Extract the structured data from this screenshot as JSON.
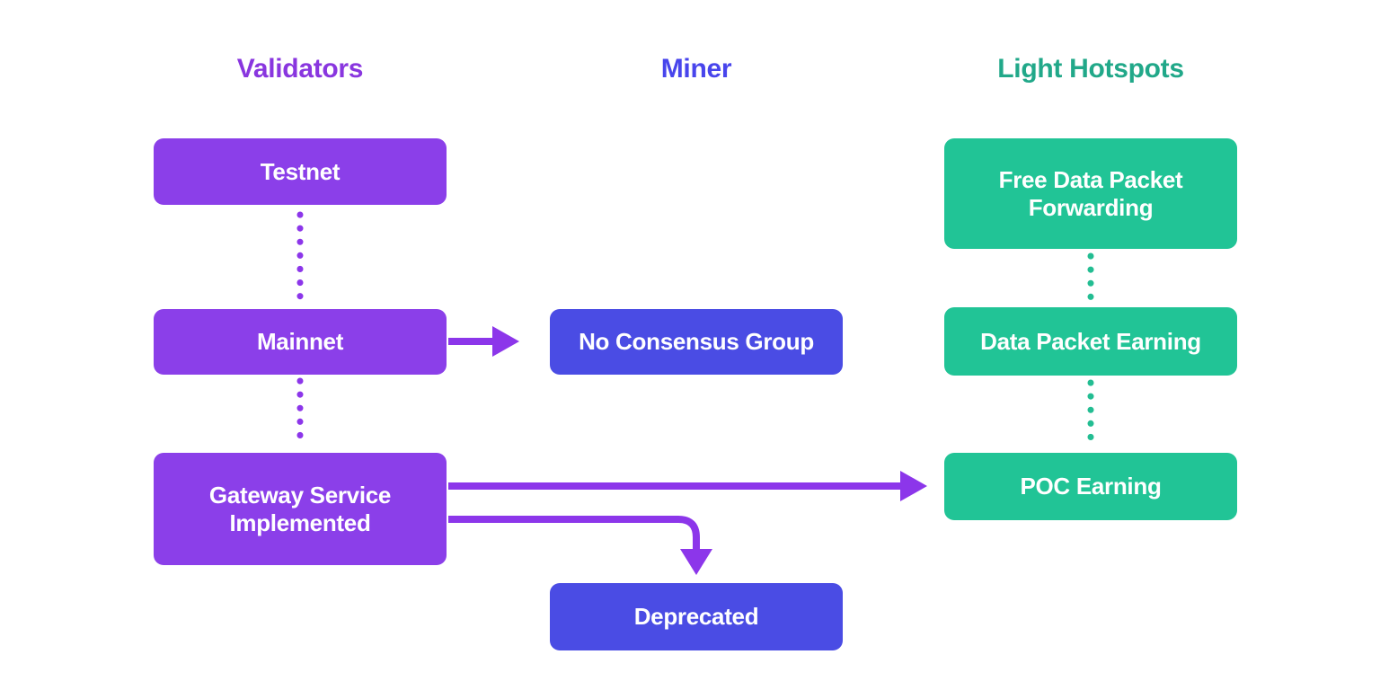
{
  "colors": {
    "background": "#FFFFFF",
    "purple_header": "#8936DF",
    "purple_box": "#8B3FE9",
    "purple_line": "#8C36EA",
    "blue_header": "#4845EC",
    "blue_box": "#4A4CE4",
    "teal_header": "#21A889",
    "teal_box": "#21C496",
    "teal_line": "#23BD92",
    "node_text": "#FFFFFF"
  },
  "headers": {
    "validators": "Validators",
    "miner": "Miner",
    "light_hotspots": "Light Hotspots"
  },
  "nodes": {
    "testnet": {
      "label": "Testnet"
    },
    "mainnet": {
      "label": "Mainnet"
    },
    "gateway_service": {
      "label": "Gateway Service Implemented"
    },
    "no_consensus": {
      "label": "No Consensus Group"
    },
    "deprecated": {
      "label": "Deprecated"
    },
    "free_data_packet": {
      "label": "Free Data Packet Forwarding"
    },
    "data_packet_earning": {
      "label": "Data Packet Earning"
    },
    "poc_earning": {
      "label": "POC Earning"
    }
  },
  "connectors": [
    {
      "from": "testnet",
      "to": "mainnet",
      "style": "dotted"
    },
    {
      "from": "mainnet",
      "to": "gateway_service",
      "style": "dotted"
    },
    {
      "from": "mainnet",
      "to": "no_consensus",
      "style": "arrow"
    },
    {
      "from": "gateway_service",
      "to": "poc_earning",
      "style": "arrow"
    },
    {
      "from": "gateway_service",
      "to": "deprecated",
      "style": "arrow"
    },
    {
      "from": "free_data_packet",
      "to": "data_packet_earning",
      "style": "dotted"
    },
    {
      "from": "data_packet_earning",
      "to": "poc_earning",
      "style": "dotted"
    }
  ]
}
